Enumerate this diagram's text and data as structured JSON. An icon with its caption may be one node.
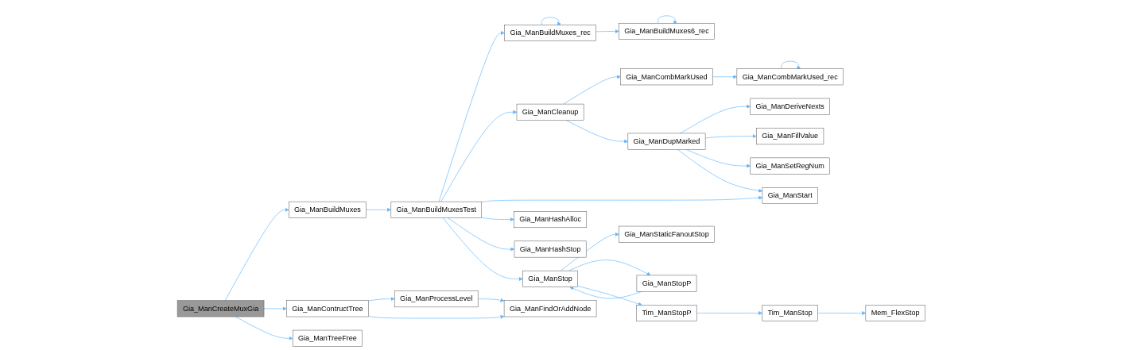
{
  "diagram": {
    "nodes": [
      {
        "text": [
          "Gia_ManCreateMuxGia"
        ]
      },
      {
        "text": [
          "Gia_ManBuildMuxes"
        ]
      },
      {
        "text": [
          "Gia_ManContructTree"
        ]
      },
      {
        "text": [
          "Gia_ManTreeFree"
        ]
      },
      {
        "text": [
          "Gia_ManBuildMuxesTest"
        ]
      },
      {
        "text": [
          "Gia_ManProcessLevel"
        ]
      },
      {
        "text": [
          "Gia_ManBuildMuxes_rec"
        ]
      },
      {
        "text": [
          "Gia_ManCleanup"
        ]
      },
      {
        "text": [
          "Gia_ManHashAlloc"
        ]
      },
      {
        "text": [
          "Gia_ManHashStop"
        ]
      },
      {
        "text": [
          "Gia_ManStop"
        ]
      },
      {
        "text": [
          "Gia_ManFindOrAddNode"
        ]
      },
      {
        "text": [
          "Gia_ManBuildMuxes6_rec"
        ]
      },
      {
        "text": [
          "Gia_ManCombMarkUsed"
        ]
      },
      {
        "text": [
          "Gia_ManDupMarked"
        ]
      },
      {
        "text": [
          "Gia_ManStaticFanoutStop"
        ]
      },
      {
        "text": [
          "Gia_ManStopP"
        ]
      },
      {
        "text": [
          "Tim_ManStopP"
        ]
      },
      {
        "text": [
          "Gia_ManCombMarkUsed_rec"
        ]
      },
      {
        "text": [
          "Gia_ManDeriveNexts"
        ]
      },
      {
        "text": [
          "Gia_ManFillValue"
        ]
      },
      {
        "text": [
          "Gia_ManSetRegNum"
        ]
      },
      {
        "text": [
          "Gia_ManStart"
        ]
      },
      {
        "text": [
          "Tim_ManStop"
        ]
      },
      {
        "text": [
          "Mem_FlexStop"
        ]
      }
    ],
    "edges": [
      {
        "from": 0,
        "to": 1,
        "arrow": "to"
      },
      {
        "from": 0,
        "to": 2,
        "arrow": "to"
      },
      {
        "from": 0,
        "to": 3,
        "arrow": "to"
      },
      {
        "from": 1,
        "to": 4,
        "arrow": "to"
      },
      {
        "from": 2,
        "to": 5,
        "arrow": "to"
      },
      {
        "from": 2,
        "to": 11,
        "arrow": "to"
      },
      {
        "from": 5,
        "to": 11,
        "arrow": "to"
      },
      {
        "from": 4,
        "to": 6,
        "arrow": "to"
      },
      {
        "from": 4,
        "to": 7,
        "arrow": "to"
      },
      {
        "from": 4,
        "to": 22,
        "arrow": "to"
      },
      {
        "from": 4,
        "to": 8,
        "arrow": "to"
      },
      {
        "from": 4,
        "to": 9,
        "arrow": "to"
      },
      {
        "from": 4,
        "to": 10,
        "arrow": "to"
      },
      {
        "from": 6,
        "to": 6,
        "arrow": "to"
      },
      {
        "from": 6,
        "to": 12,
        "arrow": "to"
      },
      {
        "from": 12,
        "to": 12,
        "arrow": "to"
      },
      {
        "from": 7,
        "to": 13,
        "arrow": "to"
      },
      {
        "from": 7,
        "to": 14,
        "arrow": "to"
      },
      {
        "from": 13,
        "to": 18,
        "arrow": "to"
      },
      {
        "from": 18,
        "to": 18,
        "arrow": "to"
      },
      {
        "from": 14,
        "to": 19,
        "arrow": "to"
      },
      {
        "from": 14,
        "to": 20,
        "arrow": "to"
      },
      {
        "from": 14,
        "to": 21,
        "arrow": "to"
      },
      {
        "from": 14,
        "to": 22,
        "arrow": "to"
      },
      {
        "from": 10,
        "to": 15,
        "arrow": "to"
      },
      {
        "from": 10,
        "to": 16,
        "arrow": "to"
      },
      {
        "from": 10,
        "to": 17,
        "arrow": "to"
      },
      {
        "from": 16,
        "to": 10,
        "arrow": "to"
      },
      {
        "from": 17,
        "to": 23,
        "arrow": "to"
      },
      {
        "from": 23,
        "to": 24,
        "arrow": "to"
      }
    ]
  }
}
